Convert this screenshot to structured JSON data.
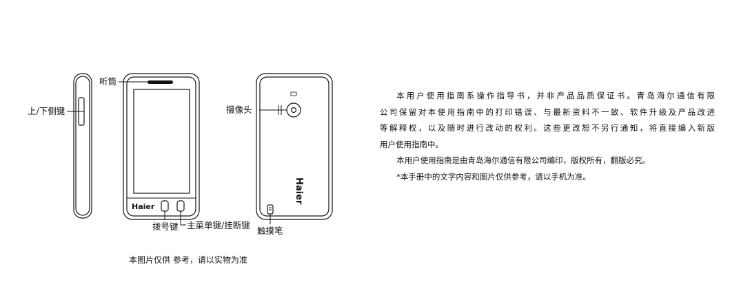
{
  "diagram": {
    "labels": {
      "earpiece": "听筒",
      "side_keys": "上/下侧键",
      "camera": "摄像头",
      "dial_key": "拨号键",
      "menu_end_key": "主菜单键/挂断键",
      "stylus": "触摸笔"
    },
    "brand": "Haier",
    "caption": "本图片仅供 参考，请以实物为准"
  },
  "notice": {
    "para1_lines": [
      "本用户使用指南系操作指导书，并非产品品质保证书。青岛海尔通信有限",
      "公司保留对本使用指南中的打印错误、与最新资料不一致、软件升级及产品改进",
      "等解释权，以及随时进行改动的权利。这些更改恕不另行通知，将直接编入新版",
      "用户使用指南中。"
    ],
    "para2": "本用户使用指南是由青岛海尔通信有限公司编印，版权所有，翻版必究。",
    "para3": "*本手册中的文字内容和图片仅供参考，请以手机为准。"
  }
}
